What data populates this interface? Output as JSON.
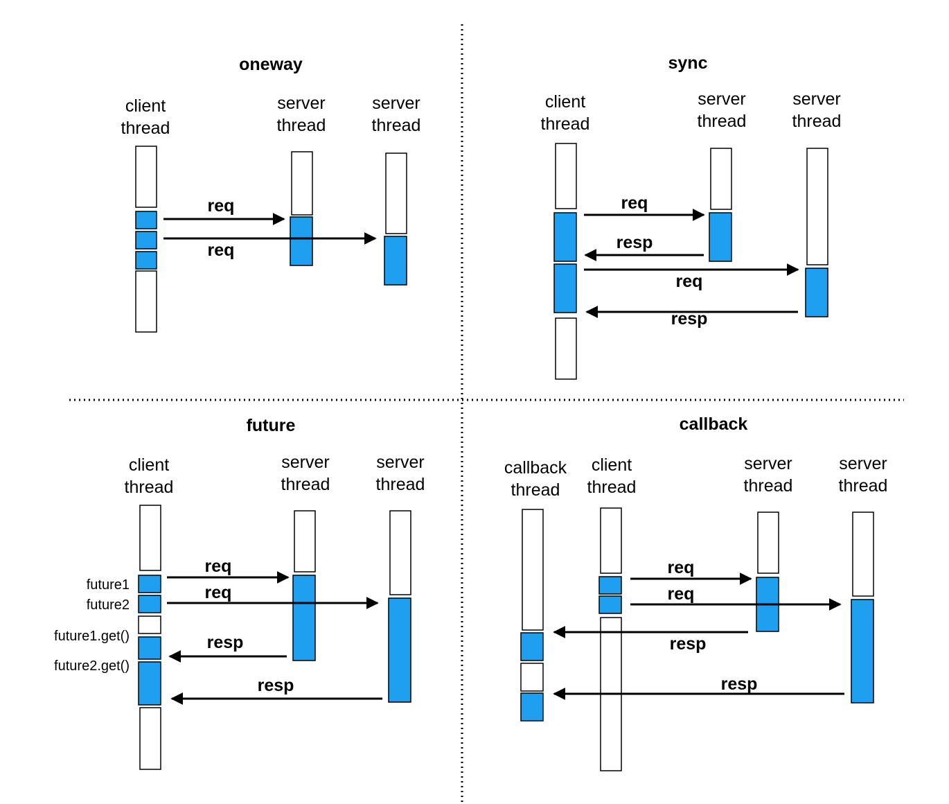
{
  "colors": {
    "active": "#1e9fef",
    "idle": "#ffffff",
    "stroke": "#000000"
  },
  "panels": {
    "oneway": {
      "title": "oneway",
      "col_client": [
        "client",
        "thread"
      ],
      "col_server1": [
        "server",
        "thread"
      ],
      "col_server2": [
        "server",
        "thread"
      ],
      "msg1": "req",
      "msg2": "req"
    },
    "sync": {
      "title": "sync",
      "col_client": [
        "client",
        "thread"
      ],
      "col_server1": [
        "server",
        "thread"
      ],
      "col_server2": [
        "server",
        "thread"
      ],
      "msg1": "req",
      "msg2": "resp",
      "msg3": "req",
      "msg4": "resp"
    },
    "future": {
      "title": "future",
      "col_client": [
        "client",
        "thread"
      ],
      "col_server1": [
        "server",
        "thread"
      ],
      "col_server2": [
        "server",
        "thread"
      ],
      "msg1": "req",
      "msg2": "req",
      "msg3": "resp",
      "msg4": "resp",
      "side1": "future1",
      "side2": "future2",
      "side3": "future1.get()",
      "side4": "future2.get()"
    },
    "callback": {
      "title": "callback",
      "col_callback": [
        "callback",
        "thread"
      ],
      "col_client": [
        "client",
        "thread"
      ],
      "col_server1": [
        "server",
        "thread"
      ],
      "col_server2": [
        "server",
        "thread"
      ],
      "msg1": "req",
      "msg2": "req",
      "msg3": "resp",
      "msg4": "resp"
    }
  }
}
